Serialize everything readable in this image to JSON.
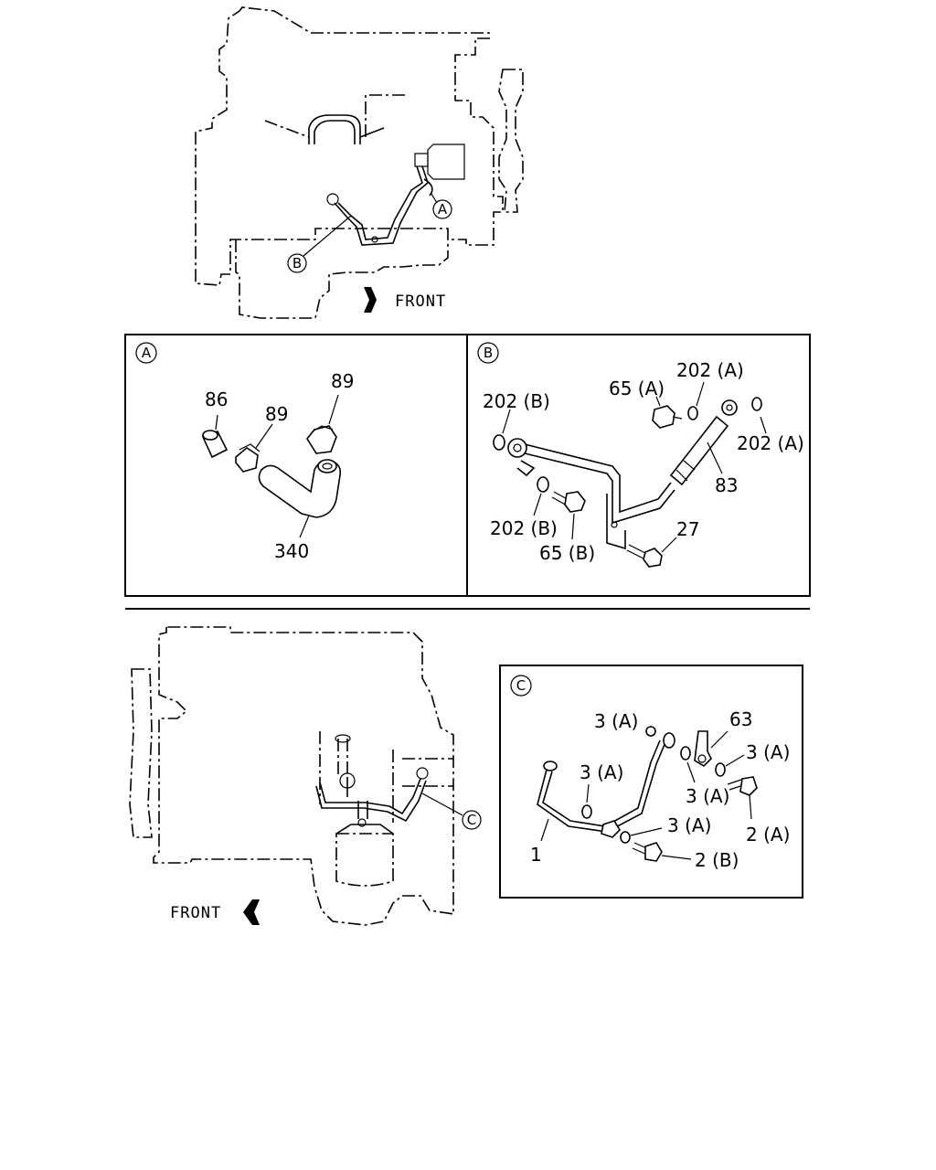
{
  "top_view": {
    "front_label": "FRONT",
    "callout_a": "A",
    "callout_b": "B"
  },
  "detail_a": {
    "badge": "A",
    "labels": {
      "p86": "86",
      "p89_left": "89",
      "p89_right": "89",
      "p340": "340"
    }
  },
  "detail_b": {
    "badge": "B",
    "labels": {
      "p202b_top": "202 (B)",
      "p65a": "65 (A)",
      "p202a_top": "202 (A)",
      "p202a_right": "202 (A)",
      "p83": "83",
      "p202b_bottom": "202 (B)",
      "p65b": "65 (B)",
      "p27": "27"
    }
  },
  "bottom_view": {
    "front_label": "FRONT",
    "callout_c": "C"
  },
  "detail_c": {
    "badge": "C",
    "labels": {
      "p3a_top": "3 (A)",
      "p63": "63",
      "p3a_right": "3 (A)",
      "p3a_mid": "3 (A)",
      "p3a_center": "3 (A)",
      "p3a_lower": "3 (A)",
      "p1": "1",
      "p2a": "2 (A)",
      "p2b": "2 (B)"
    }
  }
}
